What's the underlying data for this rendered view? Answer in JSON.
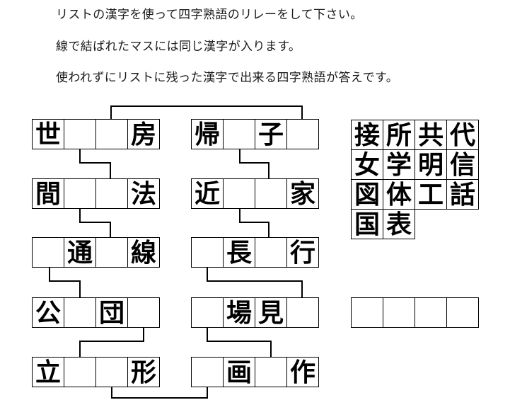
{
  "instructions": {
    "line1": "リストの漢字を使って四字熟語のリレーをして下さい。",
    "line2": "線で結ばれたマスには同じ漢字が入ります。",
    "line3": "使われずにリストに残った漢字で出来る四字熟語が答えです。"
  },
  "puzzle": {
    "left_column": [
      [
        "世",
        "",
        "",
        "房"
      ],
      [
        "間",
        "",
        "",
        "法"
      ],
      [
        "",
        "通",
        "",
        "線"
      ],
      [
        "公",
        "",
        "団",
        ""
      ],
      [
        "立",
        "",
        "",
        "形"
      ]
    ],
    "right_column": [
      [
        "帰",
        "",
        "子",
        ""
      ],
      [
        "近",
        "",
        "",
        "家"
      ],
      [
        "",
        "長",
        "",
        "行"
      ],
      [
        "",
        "場",
        "見",
        ""
      ],
      [
        "",
        "画",
        "",
        "作"
      ]
    ],
    "connections": [
      "left-row1-cell3 = right-row1-cell4",
      "left-row1-cell2 = left-row2-cell3",
      "right-row1-cell2 = right-row2-cell3",
      "left-row2-cell2 = left-row3-cell3",
      "right-row2-cell2 = right-row3-cell3",
      "left-row3-cell1 = left-row4-cell2",
      "right-row3-cell1 = right-row4-cell4",
      "left-row4-cell4 = left-row5-cell2",
      "right-row4-cell1 = right-row5-cell3",
      "left-row5-cell3 = right-row5-cell1"
    ]
  },
  "kanji_list": [
    [
      "接",
      "所",
      "共",
      "代"
    ],
    [
      "女",
      "学",
      "明",
      "信"
    ],
    [
      "図",
      "体",
      "工",
      "話"
    ],
    [
      "国",
      "表"
    ]
  ],
  "answer_row": [
    "",
    "",
    "",
    ""
  ],
  "colors": {
    "line": "#000000",
    "text": "#1a1a1a",
    "background": "#ffffff"
  }
}
